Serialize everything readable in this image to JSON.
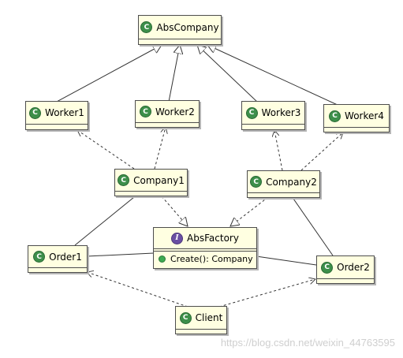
{
  "diagram": {
    "classes": {
      "abs_company": "AbsCompany",
      "worker1": "Worker1",
      "worker2": "Worker2",
      "worker3": "Worker3",
      "worker4": "Worker4",
      "company1": "Company1",
      "company2": "Company2",
      "abs_factory": "AbsFactory",
      "order1": "Order1",
      "order2": "Order2",
      "client": "Client"
    },
    "interface_method": "Create(): Company",
    "badges": {
      "class_letter": "C",
      "interface_letter": "I"
    }
  },
  "colors": {
    "box_fill": "#ffffe1",
    "border": "#4d4d4d",
    "class_badge": "#3d8f4a",
    "interface_badge": "#6a4fa3",
    "method_dot": "#3daa52",
    "watermark": "#cfcfcf"
  },
  "watermark": "https://blog.csdn.net/weixin_44763595"
}
